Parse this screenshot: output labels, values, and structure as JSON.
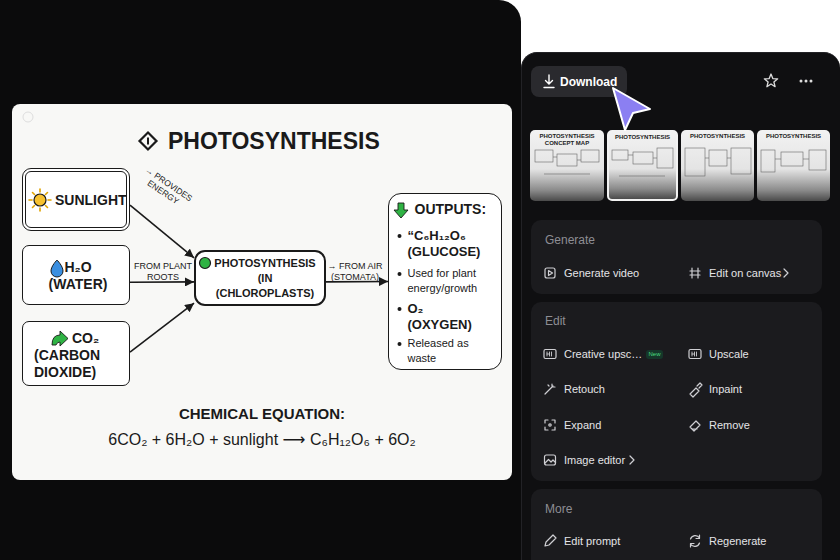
{
  "diagram": {
    "title": "PHOTOSYNTHESIS",
    "nodes": [
      {
        "text": [
          "SUNLIGHT"
        ]
      },
      {
        "text": [
          "H₂O (WATER)"
        ]
      },
      {
        "text": [
          "CO₂ (CARBON DIOXIDE)"
        ]
      },
      {
        "text": [
          "PHOTOSYNTHESIS (IN (CHLOROPLASTS)"
        ]
      },
      {
        "text": [
          "OUTPUTS:",
          "“C₆H₁₂O₆ (GLUCOSE)",
          "Used for plant energy/growth",
          "O₂ (OXYGEN)",
          "Released as waste"
        ]
      },
      {
        "text": [
          "Download"
        ]
      },
      {
        "text": [
          "PHOTOSYNTHESIS CONCEPT MAP"
        ]
      },
      {
        "text": [
          "PHOTOSYNTHESIS"
        ]
      },
      {
        "text": [
          "PHOTOSYNTHESIS"
        ]
      },
      {
        "text": [
          "PHOTOSYNTHESIS"
        ]
      },
      {
        "text": [
          "Generate",
          "Generate video",
          "Edit on canvas"
        ]
      },
      {
        "text": [
          "Edit",
          "Creative upsc…",
          "Upscale",
          "Retouch",
          "Inpaint",
          "Expand",
          "Remove",
          "Image editor"
        ]
      },
      {
        "text": [
          "New"
        ],
        "in": 11
      },
      {
        "text": [
          "More",
          "Edit prompt",
          "Regenerate"
        ]
      }
    ],
    "edges": [
      {
        "from": 0,
        "to": 3,
        "arrow": "to",
        "label": "→ PROVIDES ENERGY"
      },
      {
        "from": 1,
        "to": 3,
        "arrow": "to",
        "label": "FROM PLANT ROOTS"
      },
      {
        "from": 2,
        "to": 3,
        "arrow": "to"
      },
      {
        "from": 3,
        "to": 4,
        "arrow": "to",
        "label": "→ FROM AIR (STOMATA)"
      }
    ],
    "labels": [
      "CHEMICAL EQUATION:",
      "6CO₂ + 6H₂O + sunlight ⟶ C₆H₁₂O₆ + 6O₂"
    ]
  }
}
